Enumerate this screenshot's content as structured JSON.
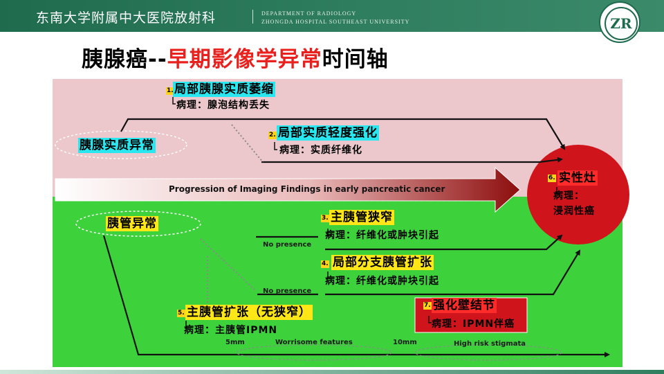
{
  "header": {
    "org_cn": "东南大学附属中大医院放射科",
    "org_en_line1": "DEPARTMENT OF RADIOLOGY",
    "org_en_line2": "ZHONGDA HOSPITAL SOUTHEAST UNIVERSITY",
    "logo_text": "ZR"
  },
  "title": {
    "part1": "胰腺癌--",
    "part2": "早期影像学异常",
    "part3": "时间轴"
  },
  "colors": {
    "pink_band": "#ecc7cb",
    "green_band": "#3dd13c",
    "cyan_highlight": "#29e6ef",
    "yellow_highlight": "#ffe617",
    "red_ellipse": "#d0141c",
    "title_accent": "#e8201e"
  },
  "diagram": {
    "categories": {
      "parenchyma": "胰腺实质异常",
      "duct": "胰管异常"
    },
    "progression_label": "Progression of Imaging Findings in early pancreatic cancer",
    "findings": [
      {
        "num": "1.",
        "title": "局部胰腺实质萎缩",
        "pathology": "病理：腺泡结构丢失"
      },
      {
        "num": "2.",
        "title": "局部实质轻度强化",
        "pathology": "病理：实质纤维化"
      },
      {
        "num": "3.",
        "title": "主胰管狭窄",
        "pathology": "病理：纤维化或肿块引起"
      },
      {
        "num": "4.",
        "title": "局部分支胰管扩张",
        "pathology": "病理：纤维化或肿块引起"
      },
      {
        "num": "5.",
        "title": "主胰管扩张（无狭窄）",
        "pathology": "病理：主胰管IPMN"
      },
      {
        "num": "7.",
        "title": "强化壁结节",
        "pathology": "病理：IPMN伴癌"
      }
    ],
    "final": {
      "num": "6.",
      "title": "实性灶",
      "pathology_label": "病理：",
      "pathology_value": "浸润性癌"
    },
    "no_presence": [
      "No presence",
      "No presence"
    ],
    "timeline": {
      "mark1": "5mm",
      "stage1": "Worrisome features",
      "mark2": "10mm",
      "stage2": "High risk stigmata"
    }
  }
}
